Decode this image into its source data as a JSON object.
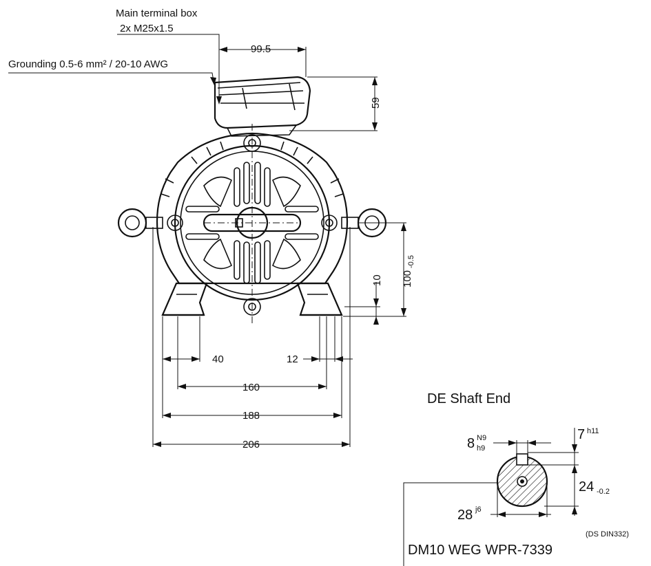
{
  "callouts": {
    "terminal_box": "Main terminal box",
    "terminal_box_spec": "2x M25x1.5",
    "grounding": "Grounding 0.5-6 mm² / 20-10 AWG"
  },
  "dimensions": {
    "box_width": "99.5",
    "box_height": "59",
    "shaft_height": "100",
    "shaft_height_tol": "-0.5",
    "foot_height": "10",
    "foot_width": "40",
    "foot_hole": "12",
    "hole_spacing": "160",
    "foot_span": "188",
    "overall_width": "206"
  },
  "shaft_end": {
    "title": "DE Shaft End",
    "key_width": "8",
    "key_width_tol_upper": "N9",
    "key_width_tol_lower": "h9",
    "key_height": "7",
    "key_height_tol": "h11",
    "key_depth": "24",
    "key_depth_tol": "-0.2",
    "shaft_diameter": "28",
    "shaft_diameter_tol": "j6",
    "center_hole": "(DS DIN332)"
  },
  "title_block": {
    "drawing_id": "DM10 WEG WPR-7339"
  }
}
